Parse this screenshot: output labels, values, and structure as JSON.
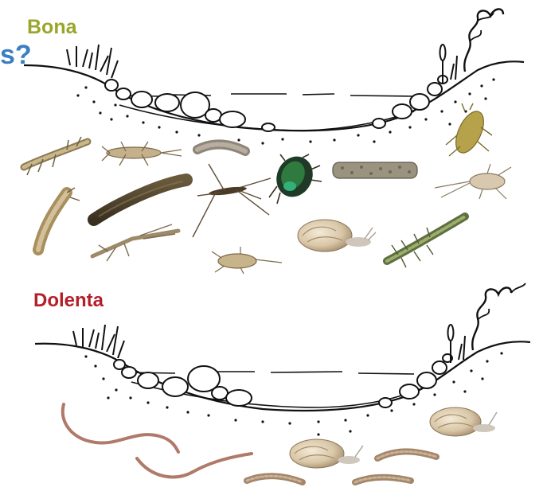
{
  "labels": {
    "good": "Bona",
    "question_fragment": "s?",
    "bad": "Dolenta"
  },
  "colors": {
    "good": "#9aa62a",
    "question": "#3a7fc1",
    "bad": "#b3202a"
  },
  "top_panel": {
    "organisms": [
      "mayfly-larva",
      "stonefly-nymph",
      "caddisfly-larva",
      "leech",
      "water-strider",
      "diving-beetle",
      "case-caddisfly",
      "dragonfly-nymph",
      "mayfly-nymph",
      "damselfly-larva",
      "stonefly-adult-nymph",
      "small-nymph",
      "pond-snail",
      "alderfly-larva"
    ]
  },
  "bottom_panel": {
    "organisms": [
      "red-worm",
      "red-worm",
      "pond-snail",
      "pond-snail",
      "midge-larva",
      "midge-larva",
      "midge-larva"
    ]
  }
}
